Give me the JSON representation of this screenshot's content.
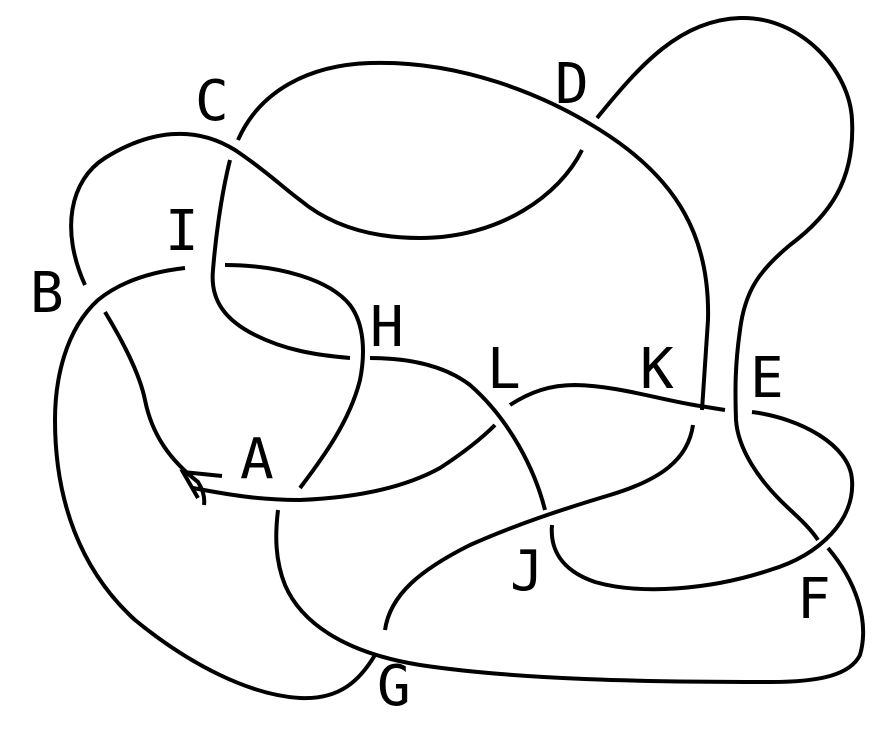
{
  "diagram": {
    "type": "knot",
    "stroke_color": "#000000",
    "background_color": "#ffffff",
    "crossing_labels": [
      "A",
      "B",
      "C",
      "D",
      "E",
      "F",
      "G",
      "H",
      "I",
      "J",
      "K",
      "L"
    ],
    "orientation_arrow": "points left at crossing A"
  }
}
